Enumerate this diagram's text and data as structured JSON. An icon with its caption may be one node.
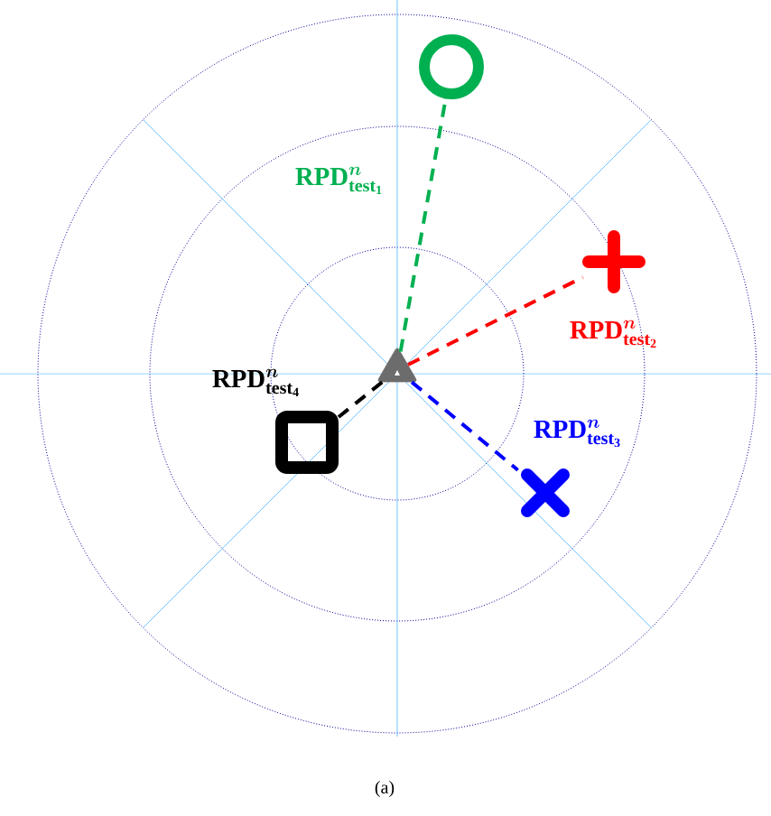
{
  "diagram": {
    "caption": "(a)",
    "nodes": [
      {
        "text": [],
        "shape": "triangle"
      },
      {
        "text": [],
        "shape": "circle"
      },
      {
        "text": [],
        "shape": "plus"
      },
      {
        "text": [],
        "shape": "cross"
      },
      {
        "text": [],
        "shape": "box"
      }
    ],
    "edges": [
      {
        "from": 0,
        "to": 1,
        "arrow": "none",
        "style": "dashed",
        "color": "#00b050",
        "label": "\\mathbf{RPD}^{\\bm{n}}_{\\mathbf{test}_{\\mathbf{1}}}"
      },
      {
        "from": 0,
        "to": 2,
        "arrow": "none",
        "style": "dashed",
        "color": "#ff0000",
        "label": "\\mathbf{RPD}^{\\bm{n}}_{\\mathbf{test}_{\\mathbf{2}}}"
      },
      {
        "from": 0,
        "to": 3,
        "arrow": "none",
        "style": "dashed",
        "color": "#0000ff",
        "label": "\\mathbf{RPD}^{\\bm{n}}_{\\mathbf{test}_{\\mathbf{3}}}"
      },
      {
        "from": 0,
        "to": 4,
        "arrow": "none",
        "style": "dashed",
        "color": "#000000",
        "label": "\\mathbf{RPD}^{\\bm{n}}_{\\mathbf{test}_{\\mathbf{4}}}"
      }
    ]
  }
}
